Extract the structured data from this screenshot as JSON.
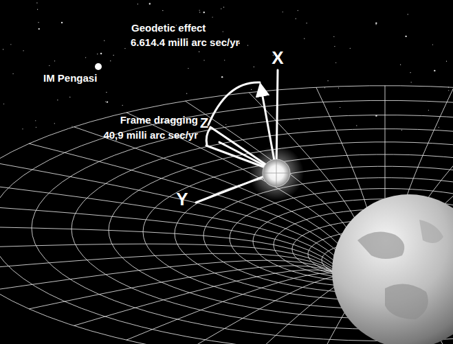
{
  "diagram": {
    "labels": [
      "Geodetic effect",
      "6.614.4 milli arc sec/yr",
      "X",
      "IM Pengasi",
      "Frame dragging",
      "Z",
      "40,9 milli arc sec/yr",
      "Y"
    ]
  }
}
